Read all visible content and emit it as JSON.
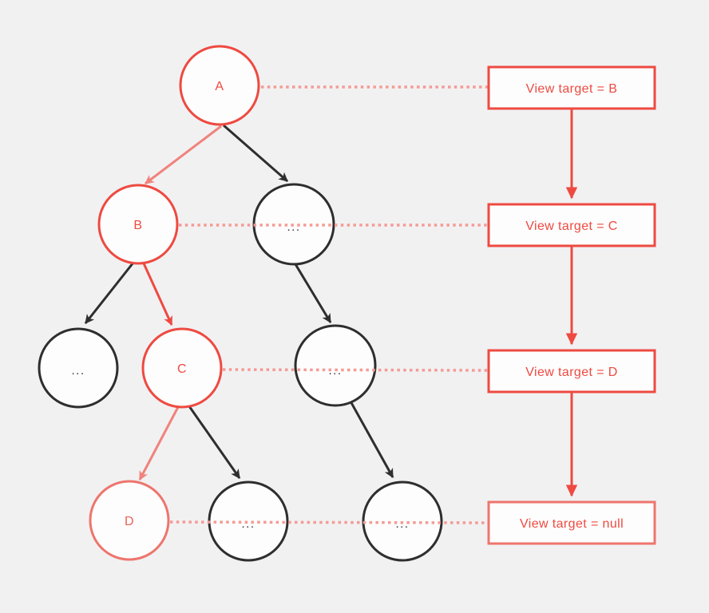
{
  "colors": {
    "background": "#f1f1f2",
    "node_fill": "#fdfdfd",
    "red": "#ee4a41",
    "salmon_arrow": "#f0837c",
    "soft_red": "#ee756d",
    "dotted_pink": "#f49b95",
    "dark": "#2e2e2e"
  },
  "tree": {
    "nodes": {
      "a": "A",
      "b": "B",
      "c": "C",
      "d": "D",
      "row2_ellipsis": "...",
      "row3_left_ellipsis": "...",
      "row3_right_ellipsis": "...",
      "row4_mid_ellipsis": "...",
      "row4_right_ellipsis": "..."
    }
  },
  "view_targets": {
    "box1": "View target = B",
    "box2": "View target = C",
    "box3": "View target = D",
    "box4": "View target = null"
  }
}
